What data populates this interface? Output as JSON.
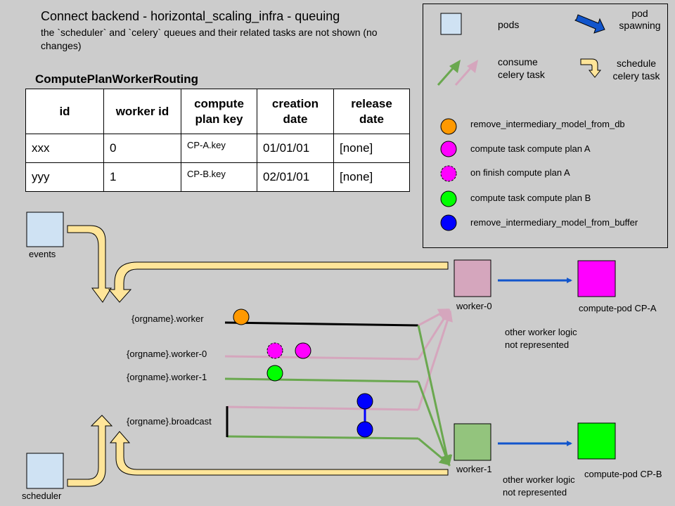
{
  "header": {
    "title": "Connect backend - horizontal_scaling_infra - queuing",
    "subtitle": "the `scheduler` and `celery` queues and their related tasks are not shown (no changes)"
  },
  "table": {
    "title": "ComputePlanWorkerRouting",
    "headers": {
      "id": "id",
      "worker_id": "worker id",
      "compute_plan_key_1": "compute",
      "compute_plan_key_2": "plan key",
      "creation_date_1": "creation",
      "creation_date_2": "date",
      "release_date_1": "release",
      "release_date_2": "date"
    },
    "rows": [
      {
        "id": "xxx",
        "worker_id": "0",
        "compute_plan_key": "CP-A.key",
        "creation_date": "01/01/01",
        "release_date": "[none]"
      },
      {
        "id": "yyy",
        "worker_id": "1",
        "compute_plan_key": "CP-B.key",
        "creation_date": "02/01/01",
        "release_date": "[none]"
      }
    ]
  },
  "legend": {
    "pods": "pods",
    "pod_spawning_1": "pod",
    "pod_spawning_2": "spawning",
    "consume_1": "consume",
    "consume_2": "celery task",
    "schedule_1": "schedule",
    "schedule_2": "celery task",
    "items": [
      {
        "label": "remove_intermediary_model_from_db",
        "color": "#ff9900",
        "dashed": false
      },
      {
        "label": "compute task compute plan A",
        "color": "#ff00ff",
        "dashed": false
      },
      {
        "label": "on finish compute plan A",
        "color": "#ff00ff",
        "dashed": true
      },
      {
        "label": "compute task compute plan B",
        "color": "#00ff00",
        "dashed": false
      },
      {
        "label": "remove_intermediary_model_from_buffer",
        "color": "#0000ff",
        "dashed": false
      }
    ]
  },
  "pods": {
    "events": "events",
    "scheduler": "scheduler",
    "worker_0": "worker-0",
    "worker_1": "worker-1",
    "compute_a": "compute-pod CP-A",
    "compute_b": "compute-pod CP-B"
  },
  "queues": {
    "worker": "{orgname}.worker",
    "worker_0": "{orgname}.worker-0",
    "worker_1": "{orgname}.worker-1",
    "broadcast": "{orgname}.broadcast"
  },
  "notes": {
    "worker_0_1": "other worker logic",
    "worker_0_2": "not represented",
    "worker_1_1": "other worker logic",
    "worker_1_2": "not represented"
  },
  "colors": {
    "background": "#cccccc",
    "pod_fill": "#cfe2f3",
    "worker0_fill": "#d5a6bd",
    "worker1_fill": "#93c47d",
    "compute_a_fill": "#ff00ff",
    "compute_b_fill": "#00ff00",
    "schedule_arrow": "#ffe599",
    "spawn_arrow": "#1155cc",
    "pink_line": "#d5a6bd",
    "green_line": "#6aa84f"
  }
}
